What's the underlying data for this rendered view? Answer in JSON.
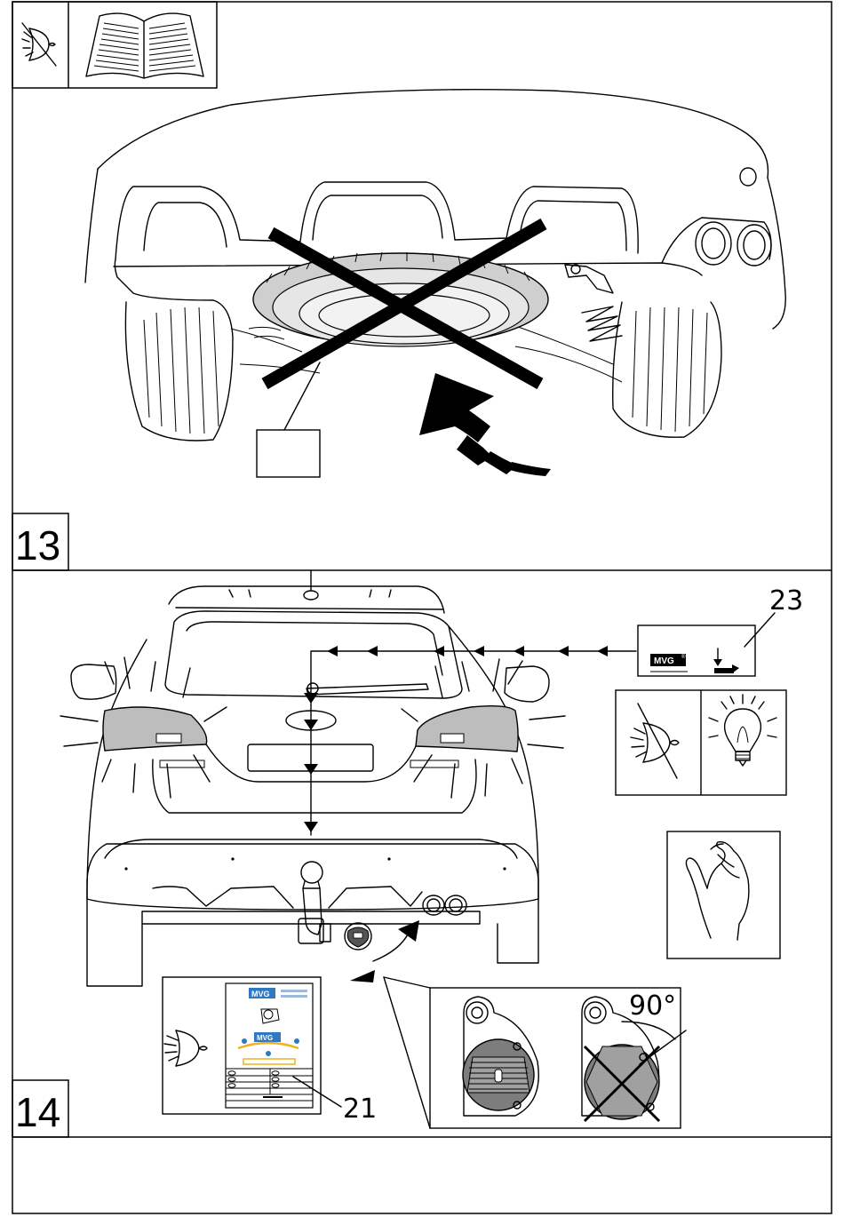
{
  "step13": {
    "number": "13"
  },
  "step14": {
    "number": "14",
    "angle": "90°"
  },
  "callouts": {
    "label": "23",
    "document": "21"
  },
  "logo": {
    "brand": "MVG",
    "brand_superscript": "®"
  },
  "icons": {
    "step13": [
      "eye-icon",
      "manual-book-icon"
    ],
    "step14": [
      "eye-icon",
      "light-bulb-icon",
      "hand-pinch-icon",
      "eye-icon"
    ]
  },
  "colors": {
    "ink": "#000000",
    "paper": "#ffffff",
    "lamp_gray": "#bdbdbd",
    "doc_blue": "#2f78c4",
    "doc_yellow": "#f2b01e"
  }
}
